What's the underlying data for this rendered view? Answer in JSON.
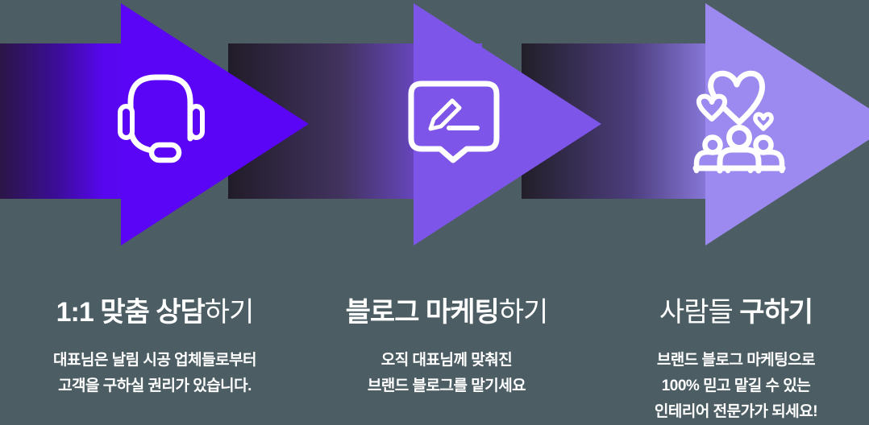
{
  "background_color": "#4c5e64",
  "text_color": "#ffffff",
  "icon_stroke_color": "#ffffff",
  "steps": [
    {
      "title_segments": [
        {
          "text": "1:1 맞춤 상담",
          "weight": "bold"
        },
        {
          "text": "하기",
          "weight": "light"
        }
      ],
      "description_lines": [
        "대표님은 날림 시공 업체들로부터",
        "고객을 구하실 권리가 있습니다."
      ],
      "icon": "headset-icon",
      "arrow": {
        "tail_gradient_start": "#2b1646",
        "tail_gradient_end": "#5a06f4",
        "head_color": "#5b05f7"
      }
    },
    {
      "title_segments": [
        {
          "text": "블로그 마케팅",
          "weight": "bold"
        },
        {
          "text": "하기",
          "weight": "light"
        }
      ],
      "description_lines": [
        "오직 대표님께 맞춰진",
        "브랜드 블로그를 맡기세요"
      ],
      "icon": "speech-bubble-pencil-icon",
      "arrow": {
        "tail_gradient_start": "#211c29",
        "tail_gradient_end": "#7b53e2",
        "head_color": "#7d55e8"
      }
    },
    {
      "title_segments": [
        {
          "text": "사람들",
          "weight": "light"
        },
        {
          "text": " 구하기",
          "weight": "bold"
        }
      ],
      "description_lines": [
        "브랜드 블로그 마케팅으로",
        "100% 믿고 맡길 수 있는",
        "인테리어 전문가가 되세요!"
      ],
      "icon": "people-hearts-icon",
      "arrow": {
        "tail_gradient_start": "#221e28",
        "tail_gradient_end": "#9887ee",
        "head_color": "#9c8af0"
      }
    }
  ]
}
